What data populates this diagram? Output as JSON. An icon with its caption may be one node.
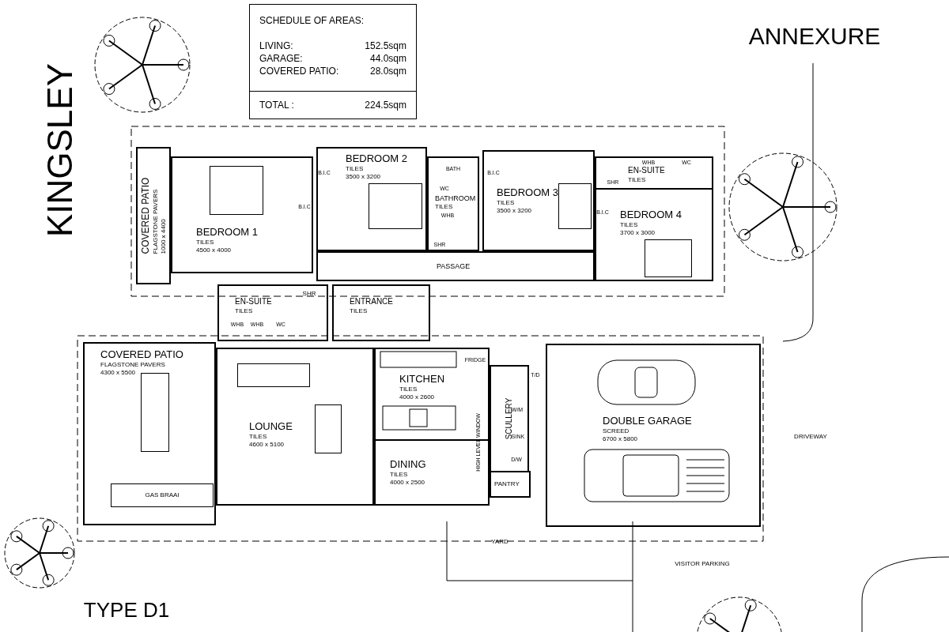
{
  "diagram": {
    "nodes": [
      {
        "text": [
          "SCHEDULE OF AREAS:",
          "LIVING:",
          "152.5sqm",
          "GARAGE:",
          "44.0sqm",
          "COVERED PATIO:",
          "28.0sqm",
          "TOTAL :",
          "224.5sqm"
        ]
      },
      {
        "text": [
          "COVERED PATIO",
          "FLAGSTONE PAVERS",
          "1000 x 4400"
        ]
      },
      {
        "text": [
          "BEDROOM 1",
          "TILES",
          "4500 x 4000"
        ]
      },
      {
        "text": [
          "BEDROOM 2",
          "TILES",
          "3500 x 3200"
        ]
      },
      {
        "text": [
          "BATHROOM",
          "TILES"
        ]
      },
      {
        "text": [
          "BEDROOM 3",
          "TILES",
          "3500 x 3200"
        ]
      },
      {
        "text": [
          "EN-SUITE",
          "TILES"
        ]
      },
      {
        "text": [
          "BEDROOM 4",
          "TILES",
          "3700 x 3000"
        ]
      },
      {
        "text": [
          "PASSAGE"
        ]
      },
      {
        "text": [
          "EN-SUITE",
          "TILES"
        ]
      },
      {
        "text": [
          "ENTRANCE",
          "TILES"
        ]
      },
      {
        "text": [
          "COVERED PATIO",
          "FLAGSTONE PAVERS",
          "4300 x 5500"
        ]
      },
      {
        "text": [
          "LOUNGE",
          "TILES",
          "4600 x 5100"
        ]
      },
      {
        "text": [
          "KITCHEN",
          "TILES",
          "4000 x 2600"
        ]
      },
      {
        "text": [
          "DINING",
          "TILES",
          "4000 x 2500"
        ]
      },
      {
        "text": [
          "SCULLERY"
        ]
      },
      {
        "text": [
          "PANTRY"
        ]
      },
      {
        "text": [
          "DOUBLE GARAGE",
          "SCREED",
          "6700 x 5800"
        ]
      }
    ],
    "labels": [
      "KINGSLEY",
      "ANNEXURE",
      "TYPE D1",
      "B.I.C",
      "B.I.C",
      "BATH",
      "WC",
      "WHB",
      "SHR",
      "B.I.C",
      "SHR",
      "WHB",
      "WC",
      "B.I.C",
      "SHR",
      "WHB",
      "WHB",
      "WC",
      "FRIDGE",
      "T/D",
      "W/M",
      "SINK",
      "D/W",
      "HIGH LEVEL WINDOW",
      "GAS BRAAI",
      "YARD",
      "DRIVEWAY",
      "VISITOR PARKING"
    ]
  }
}
